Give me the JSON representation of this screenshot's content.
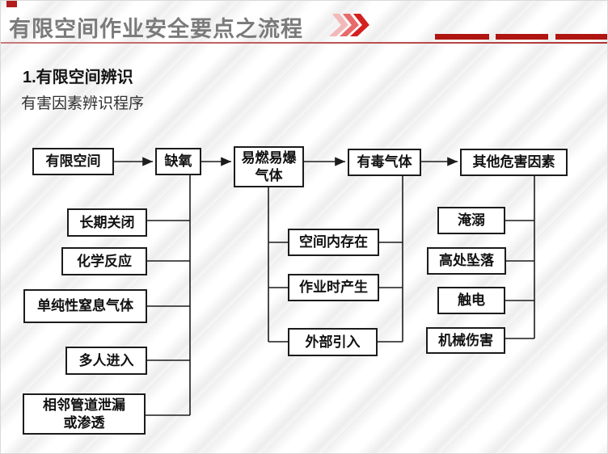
{
  "header": {
    "title": "有限空间作业安全要点之流程",
    "accent_color": "#b01511",
    "chevron_icon": "triple-chevron-right"
  },
  "section": {
    "heading": "1.有限空间辨识",
    "subheading": "有害因素辨识程序"
  },
  "flowchart": {
    "top_row": [
      {
        "label": "有限空间"
      },
      {
        "label": "缺氧"
      },
      {
        "label": "易燃易爆\n气体"
      },
      {
        "label": "有毒气体"
      },
      {
        "label": "其他危害因素"
      }
    ],
    "oxygen_deficiency_causes": [
      {
        "label": "长期关闭"
      },
      {
        "label": "化学反应"
      },
      {
        "label": "单纯性窒息气体"
      },
      {
        "label": "多人进入"
      },
      {
        "label": "相邻管道泄漏\n或渗透"
      }
    ],
    "flammable_gas_sources": [
      {
        "label": "空间内存在"
      },
      {
        "label": "作业时产生"
      },
      {
        "label": "外部引入"
      }
    ],
    "other_hazard_types": [
      {
        "label": "淹溺"
      },
      {
        "label": "高处坠落"
      },
      {
        "label": "触电"
      },
      {
        "label": "机械伤害"
      }
    ]
  }
}
